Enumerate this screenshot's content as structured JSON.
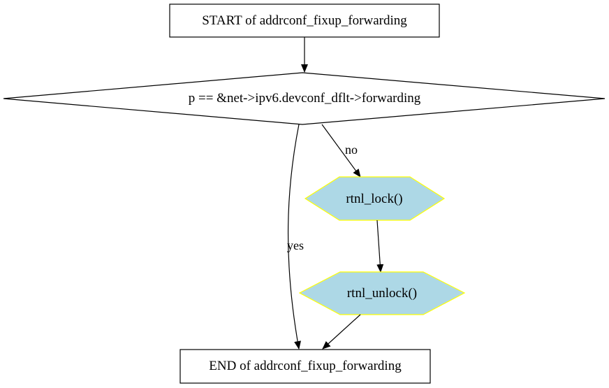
{
  "nodes": {
    "start": {
      "label": "START of addrconf_fixup_forwarding"
    },
    "condition": {
      "label": "p == &net->ipv6.devconf_dflt->forwarding"
    },
    "rtnl_lock": {
      "label": "rtnl_lock()"
    },
    "rtnl_unlock": {
      "label": "rtnl_unlock()"
    },
    "end": {
      "label": "END of addrconf_fixup_forwarding"
    }
  },
  "edges": {
    "no": {
      "label": "no"
    },
    "yes": {
      "label": "yes"
    }
  },
  "colors": {
    "stroke": "#000000",
    "hex_fill": "#add8e6",
    "hex_stroke": "#ffff00",
    "background": "#ffffff"
  }
}
